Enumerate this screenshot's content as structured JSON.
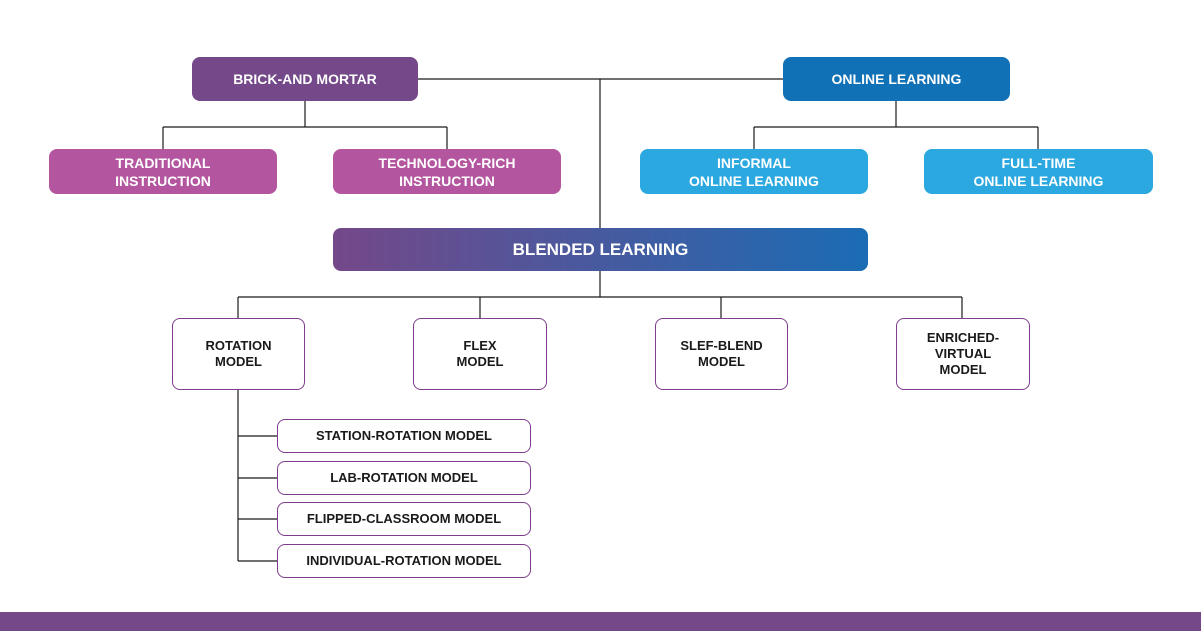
{
  "colors": {
    "brick_box": "#744889",
    "brick_children": "#b4559f",
    "online_box": "#1171b6",
    "online_children": "#2ba8e0",
    "blended_gradient": [
      "#744889",
      "#1b6cb5"
    ],
    "model_outline": "#7f3d8f",
    "line": "#1a1a1a",
    "footer_bar": "#744889"
  },
  "brick_and_mortar": {
    "label": "BRICK-AND MORTAR",
    "children": [
      "TRADITIONAL\nINSTRUCTION",
      "TECHNOLOGY-RICH\nINSTRUCTION"
    ]
  },
  "online_learning": {
    "label": "ONLINE LEARNING",
    "children": [
      "INFORMAL\nONLINE LEARNING",
      "FULL-TIME\nONLINE LEARNING"
    ]
  },
  "blended_learning": {
    "label": "BLENDED LEARNING",
    "models": [
      "ROTATION\nMODEL",
      "FLEX\nMODEL",
      "SLEF-BLEND\nMODEL",
      "ENRICHED-\nVIRTUAL\nMODEL"
    ]
  },
  "rotation_submodels": [
    "STATION-ROTATION MODEL",
    "LAB-ROTATION MODEL",
    "FLIPPED-CLASSROOM  MODEL",
    "INDIVIDUAL-ROTATION MODEL"
  ]
}
